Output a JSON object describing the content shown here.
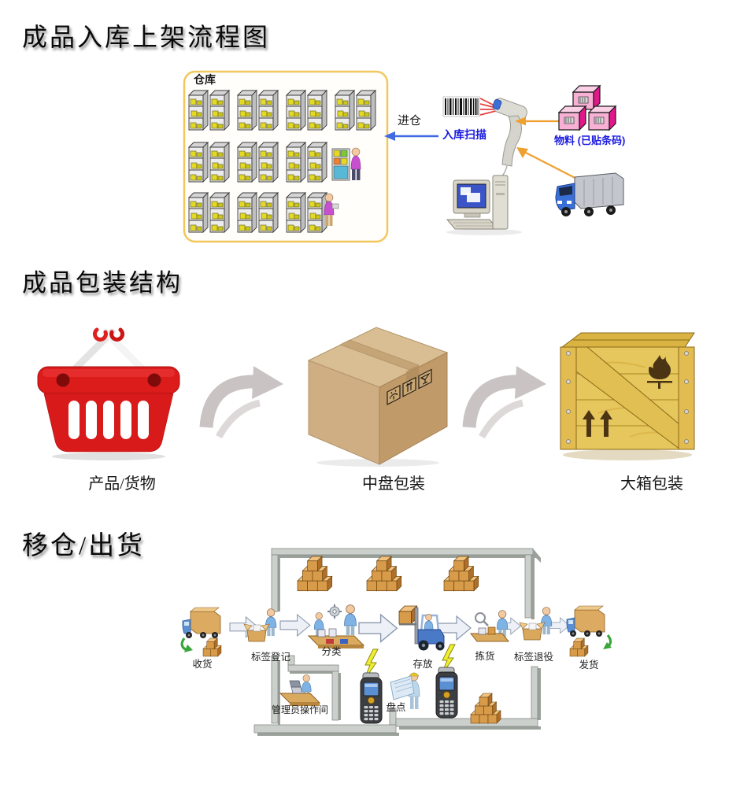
{
  "sections": {
    "inbound": {
      "title": "成品入库上架流程图",
      "warehouse_label": "仓库",
      "enter_label": "进仓",
      "scan_label": "入库扫描",
      "material_label": "物料 (已贴条码)",
      "icons": [
        "storage-rack",
        "forklift-worker",
        "warehouse-worker",
        "barcode",
        "barcode-scanner",
        "desktop-computer",
        "delivery-truck",
        "material-boxes"
      ]
    },
    "packaging": {
      "title": "成品包装结构",
      "items": [
        {
          "label": "产品/货物",
          "icon": "shopping-basket"
        },
        {
          "label": "中盘包装",
          "icon": "carton-box"
        },
        {
          "label": "大箱包装",
          "icon": "wooden-crate"
        }
      ]
    },
    "outbound": {
      "title": "移仓/出货",
      "steps": [
        {
          "label": "收货",
          "icon": "receiving-truck"
        },
        {
          "label": "标签登记",
          "icon": "label-register-worker"
        },
        {
          "label": "分类",
          "icon": "sorting-station"
        },
        {
          "label": "存放",
          "icon": "storage-forklift"
        },
        {
          "label": "拣货",
          "icon": "picking-station"
        },
        {
          "label": "标签退役",
          "icon": "label-retire-worker"
        },
        {
          "label": "发货",
          "icon": "shipping-truck"
        }
      ],
      "admin_room_label": "管理员操作间",
      "stocktake_label": "盘点"
    }
  },
  "colors": {
    "warehouse_border": "#f2c75c",
    "blue_label": "#1a1ae0",
    "blue_arrow": "#4169e1",
    "orange_arrow": "#f0a030",
    "basket_red": "#d81a1a",
    "carton_tan": "#c8a473",
    "crate_gold": "#e2c05a",
    "material_pink": "#f8b0d4",
    "wall_gray": "#c6cac6"
  }
}
